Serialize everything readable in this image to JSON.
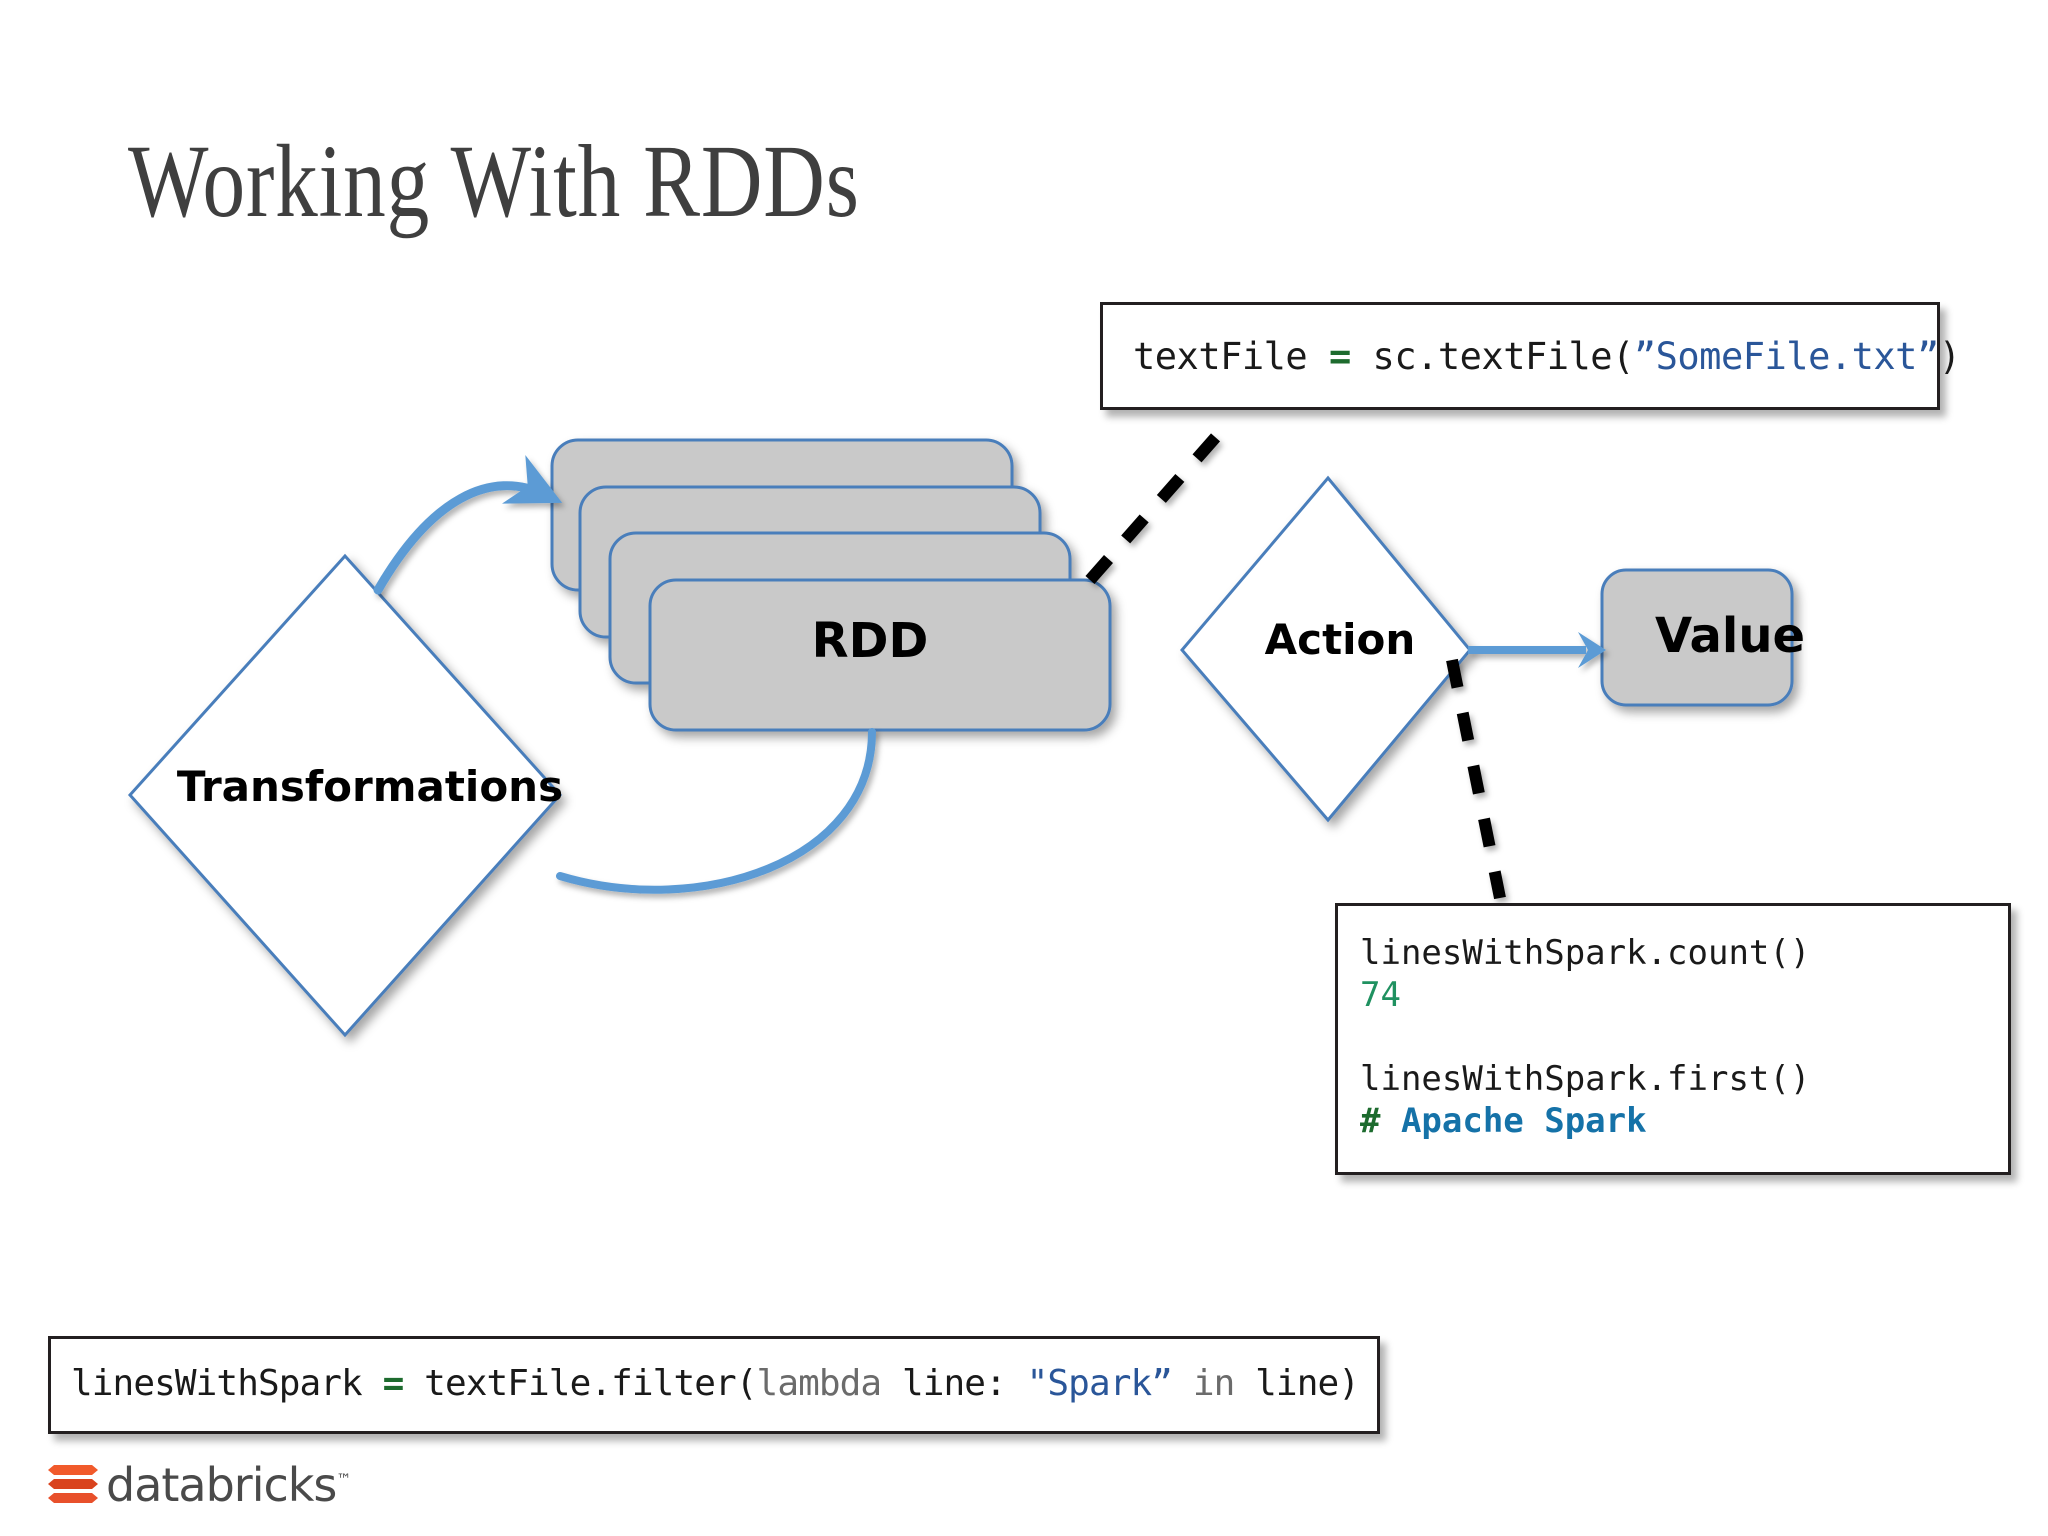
{
  "slide": {
    "title": "Working With RDDs",
    "background_color": "#ffffff",
    "title_color": "#3f3f3f"
  },
  "palette": {
    "flow_blue": "#5b9bd5",
    "shape_border_blue": "#4a7ebb",
    "shape_fill_gray": "#c9c9c9",
    "dash_black": "#000000",
    "code_border": "#231f20",
    "brand_orange": "#e8502b",
    "string_blue": "#2a5699",
    "operator_green": "#1d6b2e",
    "number_green": "#1f9160",
    "output_blue": "#1572a8",
    "keyword_gray": "#6b6b6b"
  },
  "diagram": {
    "nodes": [
      {
        "id": "transformations",
        "label": "Transformations",
        "shape": "diamond",
        "fill": "#ffffff"
      },
      {
        "id": "rdd",
        "label": "RDD",
        "shape": "stacked-rounded-rect",
        "fill": "#c9c9c9",
        "stack_count": 4
      },
      {
        "id": "action",
        "label": "Action",
        "shape": "diamond",
        "fill": "#ffffff"
      },
      {
        "id": "value",
        "label": "Value",
        "shape": "rounded-rect",
        "fill": "#c9c9c9"
      }
    ],
    "edges": [
      {
        "from": "transformations",
        "to": "rdd",
        "style": "curved-arrow",
        "color": "#5b9bd5"
      },
      {
        "from": "rdd",
        "to": "transformations",
        "style": "curved-line",
        "color": "#5b9bd5"
      },
      {
        "from": "rdd",
        "to": "action",
        "style": "straight-line",
        "color": "#5b9bd5"
      },
      {
        "from": "action",
        "to": "value",
        "style": "straight-arrow",
        "color": "#5b9bd5"
      },
      {
        "from": "rdd",
        "to": "code-box-top",
        "style": "dashed",
        "color": "#000000"
      },
      {
        "from": "action",
        "to": "code-box-right",
        "style": "dashed",
        "color": "#000000"
      },
      {
        "from": "transformations",
        "to": "code-box-bottom",
        "style": "dashed",
        "color": "#000000"
      }
    ]
  },
  "code_boxes": {
    "top": {
      "name": "textfile-code",
      "raw": "textFile = sc.textFile(”SomeFile.txt”)",
      "tokens": {
        "t1": "textFile ",
        "op": "=",
        "t2": " sc.textFile(",
        "str": "”SomeFile.txt”",
        "t3": ")"
      }
    },
    "right": {
      "name": "actions-code",
      "lines": [
        {
          "text": "linesWithSpark.count()",
          "kind": "code"
        },
        {
          "text": "74",
          "kind": "number"
        },
        {
          "text": "",
          "kind": "blank"
        },
        {
          "text": "linesWithSpark.first()",
          "kind": "code"
        },
        {
          "hash": "#",
          "text": " Apache Spark",
          "kind": "output"
        }
      ]
    },
    "bottom": {
      "name": "filter-code",
      "raw": "linesWithSpark = textFile.filter(lambda line: \"Spark” in line)",
      "tokens": {
        "t1": "linesWithSpark ",
        "op": "=",
        "t2": " textFile.filter(",
        "kw1": "lambda",
        "t3": " line: ",
        "str": "\"Spark”",
        "kw2": " in",
        "t4": " line)"
      }
    }
  },
  "footer": {
    "logo_text": "databricks",
    "trademark": "™"
  }
}
